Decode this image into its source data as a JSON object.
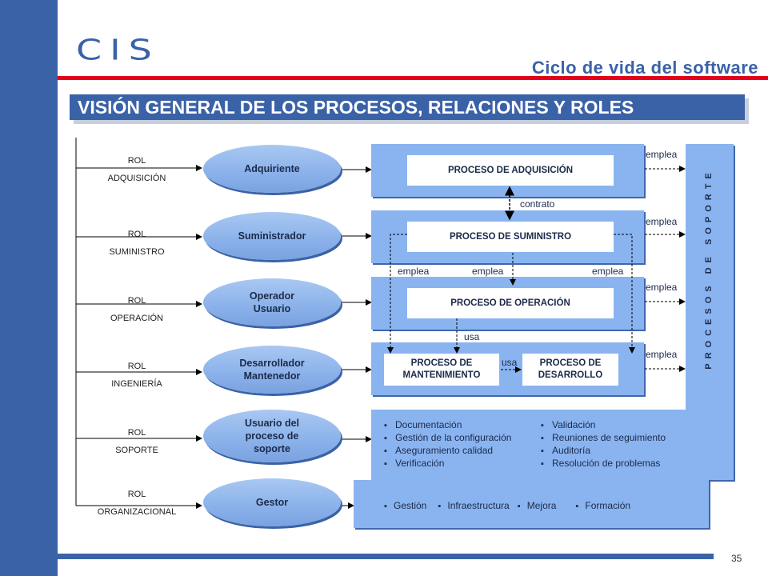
{
  "header": {
    "logo": "CIS",
    "subtitle": "Ciclo de vida del software",
    "title": "VISIÓN GENERAL DE LOS PROCESOS, RELACIONES Y ROLES"
  },
  "roles": [
    {
      "rol": "ROL",
      "name": "ADQUISICIÓN",
      "actor": "Adquiriente"
    },
    {
      "rol": "ROL",
      "name": "SUMINISTRO",
      "actor": "Suministrador"
    },
    {
      "rol": "ROL",
      "name": "OPERACIÓN",
      "actor_l1": "Operador",
      "actor_l2": "Usuario"
    },
    {
      "rol": "ROL",
      "name": "INGENIERÍA",
      "actor_l1": "Desarrollador",
      "actor_l2": "Mantenedor"
    },
    {
      "rol": "ROL",
      "name": "SOPORTE",
      "actor_l1": "Usuario del",
      "actor_l2": "proceso de",
      "actor_l3": "soporte"
    },
    {
      "rol": "ROL",
      "name": "ORGANIZACIONAL",
      "actor": "Gestor"
    }
  ],
  "processes": {
    "adquisicion": "PROCESO DE ADQUISICIÓN",
    "suministro": "PROCESO DE SUMINISTRO",
    "operacion": "PROCESO DE OPERACIÓN",
    "mantenimiento_l1": "PROCESO DE",
    "mantenimiento_l2": "MANTENIMIENTO",
    "desarrollo_l1": "PROCESO DE",
    "desarrollo_l2": "DESARROLLO"
  },
  "labels": {
    "contrato": "contrato",
    "emplea": "emplea",
    "usa": "usa",
    "soporte_vertical": "PROCESOS DE SOPORTE"
  },
  "support_items": {
    "left": [
      "Documentación",
      "Gestión de la configuración",
      "Aseguramiento calidad",
      "Verificación"
    ],
    "right": [
      "Validación",
      "Reuniones de seguimiento",
      "Auditoría",
      "Resolución de problemas"
    ]
  },
  "org_items": [
    "Gestión",
    "Infraestructura",
    "Mejora",
    "Formación"
  ],
  "page_number": "35"
}
